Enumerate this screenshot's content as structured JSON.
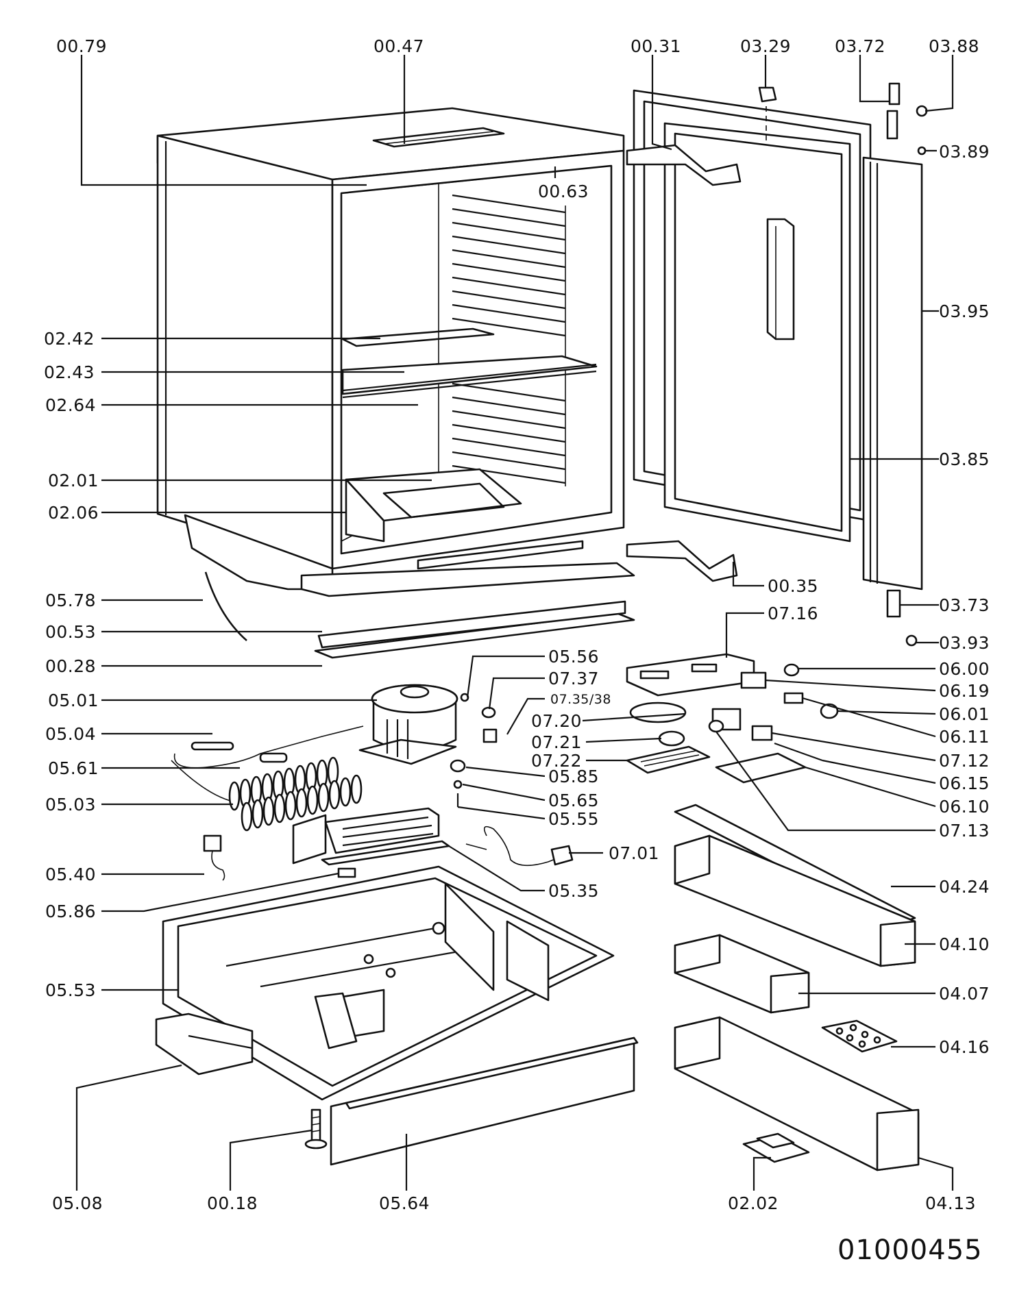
{
  "labels": {
    "l0079": "00.79",
    "l0047": "00.47",
    "l0031": "00.31",
    "l0329": "03.29",
    "l0372": "03.72",
    "l0388": "03.88",
    "l0389": "03.89",
    "l0063": "00.63",
    "l0395": "03.95",
    "l0242": "02.42",
    "l0243": "02.43",
    "l0264": "02.64",
    "l0385": "03.85",
    "l0201": "02.01",
    "l0206": "02.06",
    "l0035": "00.35",
    "l0578": "05.78",
    "l0716": "07.16",
    "l0373": "03.73",
    "l0053": "00.53",
    "l0393": "03.93",
    "l0028": "00.28",
    "l0556": "05.56",
    "l0600": "06.00",
    "l0737": "07.37",
    "l0619": "06.19",
    "l0501": "05.01",
    "l073538": "07.35/38",
    "l0601": "06.01",
    "l0720": "07.20",
    "l0504": "05.04",
    "l0611": "06.11",
    "l0721": "07.21",
    "l0712": "07.12",
    "l0722": "07.22",
    "l0561": "05.61",
    "l0615": "06.15",
    "l0585": "05.85",
    "l0610": "06.10",
    "l0503": "05.03",
    "l0565": "05.65",
    "l0713": "07.13",
    "l0555": "05.55",
    "l0701": "07.01",
    "l0540": "05.40",
    "l0535": "05.35",
    "l0424": "04.24",
    "l0586": "05.86",
    "l0410": "04.10",
    "l0553": "05.53",
    "l0407": "04.07",
    "l0416": "04.16",
    "l0508": "05.08",
    "l0018": "00.18",
    "l0564": "05.64",
    "l0202": "02.02",
    "l0413": "04.13"
  },
  "document_number": "01000455"
}
